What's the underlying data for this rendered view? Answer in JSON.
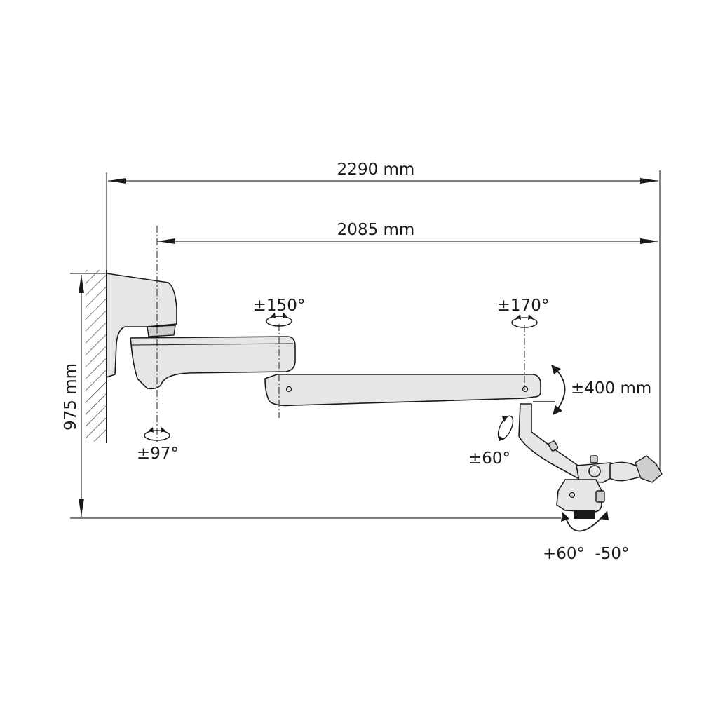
{
  "dimensions": {
    "total_length": "2290 mm",
    "reach_length": "2085 mm",
    "height": "975 mm"
  },
  "rotations": {
    "base": "±97°",
    "joint_1": "±150°",
    "joint_2": "±170°",
    "vertical_travel": "±400 mm",
    "tilt": "±60°",
    "head_plus": "+60°",
    "head_minus": "-50°"
  }
}
